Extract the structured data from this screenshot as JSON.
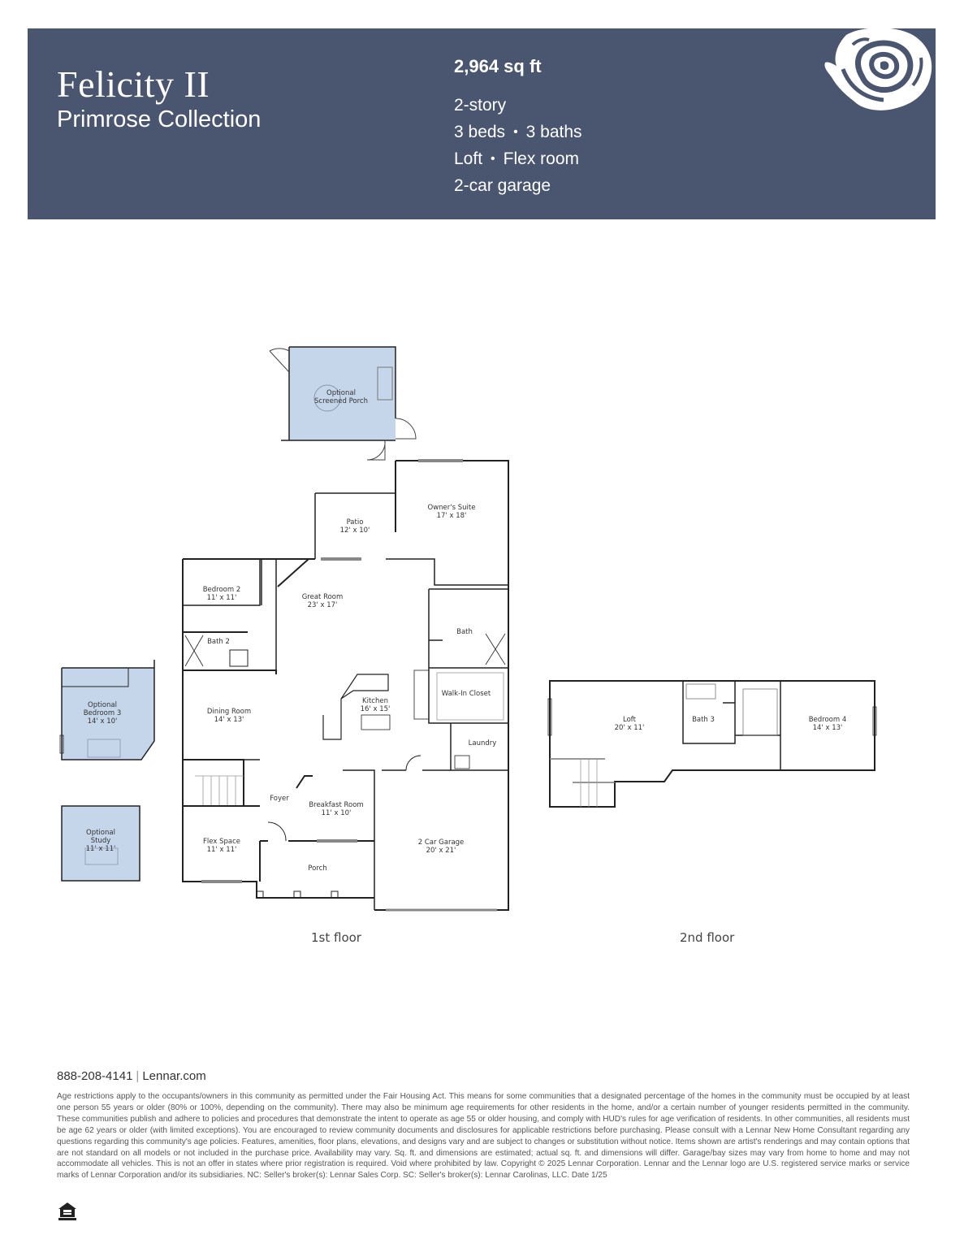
{
  "header": {
    "plan_name": "Felicity II",
    "collection": "Primrose Collection",
    "sqft": "2,964 sq ft",
    "stories": "2-story",
    "beds": "3 beds",
    "baths": "3 baths",
    "feature_1": "Loft",
    "feature_2": "Flex room",
    "garage": "2-car garage",
    "separator": "•",
    "background_color": "#4a5570",
    "logo_icon": "rose-icon"
  },
  "first_floor": {
    "label": "1st floor",
    "rooms": {
      "screened_porch": {
        "line1": "Optional",
        "line2": "Screened Porch"
      },
      "patio": {
        "name": "Patio",
        "dims": "12' x 10'"
      },
      "owners_suite": {
        "name": "Owner's Suite",
        "dims": "17' x 18'"
      },
      "bedroom_2": {
        "name": "Bedroom 2",
        "dims": "11' x 11'"
      },
      "great_room": {
        "name": "Great Room",
        "dims": "23' x 17'"
      },
      "bath": {
        "name": "Bath"
      },
      "bath_2": {
        "name": "Bath 2"
      },
      "walk_in_closet": {
        "name": "Walk-In Closet"
      },
      "dining_room": {
        "name": "Dining Room",
        "dims": "14' x 13'"
      },
      "kitchen": {
        "name": "Kitchen",
        "dims": "16' x 15'"
      },
      "laundry": {
        "name": "Laundry"
      },
      "foyer": {
        "name": "Foyer"
      },
      "breakfast_room": {
        "name": "Breakfast Room",
        "dims": "11' x 10'"
      },
      "flex_space": {
        "name": "Flex Space",
        "dims": "11' x 11'"
      },
      "porch": {
        "name": "Porch"
      },
      "garage": {
        "name": "2 Car Garage",
        "dims": "20' x 21'"
      },
      "opt_bedroom_3": {
        "line1": "Optional",
        "line2": "Bedroom 3",
        "dims": "14' x 10'"
      },
      "opt_study": {
        "line1": "Optional",
        "line2": "Study",
        "dims": "11' x 11'"
      }
    },
    "option_fill": "#c5d5ea"
  },
  "second_floor": {
    "label": "2nd floor",
    "rooms": {
      "loft": {
        "name": "Loft",
        "dims": "20' x 11'"
      },
      "bath_3": {
        "name": "Bath 3"
      },
      "bedroom_4": {
        "name": "Bedroom 4",
        "dims": "14' x 13'"
      }
    }
  },
  "footer": {
    "phone": "888-208-4141",
    "separator": "|",
    "website": "Lennar.com",
    "disclaimer": "Age restrictions apply to the occupants/owners in this community as permitted under the Fair Housing Act. This means for some communities that a designated percentage of the homes in the community must be occupied by at least one person 55 years or older (80% or 100%, depending on the community). There may also be minimum age requirements for other residents in the home, and/or a certain number of younger residents permitted in the community. These communities publish and adhere to policies and procedures that demonstrate the intent to operate as age 55 or older housing, and comply with HUD's rules for age verification of residents. In other communities, all residents must be age 62 years or older (with limited exceptions). You are encouraged to review community documents and disclosures for applicable restrictions before purchasing. Please consult with a Lennar New Home Consultant regarding any questions regarding this community's age policies. Features, amenities, floor plans, elevations, and designs vary and are subject to changes or substitution without notice. Items shown are artist's renderings and may contain options that are not standard on all models or not included in the purchase price. Availability may vary. Sq. ft. and dimensions are estimated; actual sq. ft. and dimensions will differ. Garage/bay sizes may vary from home to home and may not accommodate all vehicles. This is not an offer in states where prior registration is required. Void where prohibited by law. Copyright © 2025 Lennar Corporation. Lennar and the Lennar logo are U.S. registered service marks or service marks of Lennar Corporation and/or its subsidiaries. NC: Seller's broker(s): Lennar Sales Corp. SC: Seller's broker(s): Lennar Carolinas, LLC. Date 1/25",
    "equal_housing_icon": "equal-housing-opportunity-icon"
  }
}
